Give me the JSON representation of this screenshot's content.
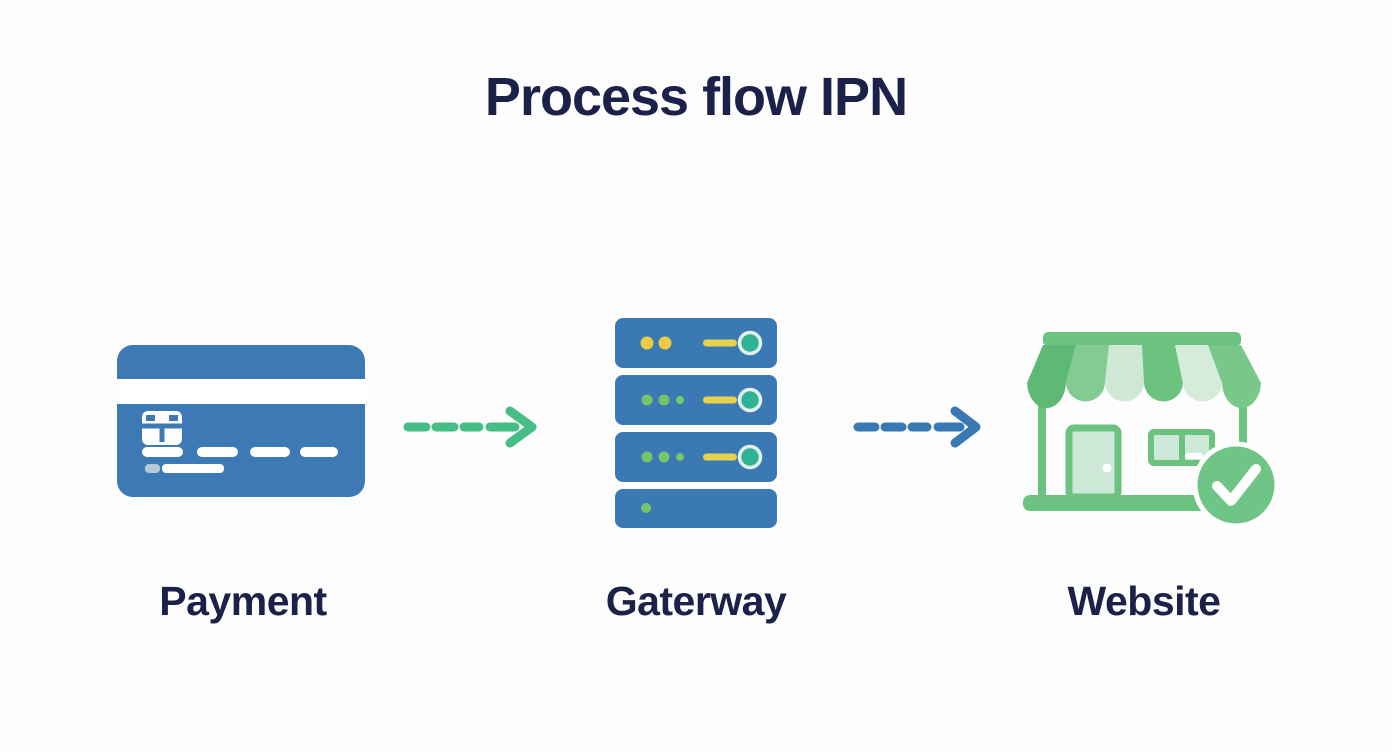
{
  "title": "Process flow IPN",
  "nodes": [
    {
      "id": "payment",
      "label": "Payment",
      "icon": "credit-card-icon"
    },
    {
      "id": "gateway",
      "label": "Gaterway",
      "icon": "server-stack-icon"
    },
    {
      "id": "website",
      "label": "Website",
      "icon": "storefront-check-icon"
    }
  ],
  "arrows": [
    {
      "from": "payment",
      "to": "gateway",
      "style": "dashed",
      "color": "#45bd85"
    },
    {
      "from": "gateway",
      "to": "website",
      "style": "dashed",
      "color": "#3a78b3"
    }
  ],
  "colors": {
    "background": "#fdfdfd",
    "text": "#1b2148",
    "card_blue": "#3d7ab5",
    "server_blue": "#3b79b4",
    "dot_yellow": "#eecb45",
    "dash_yellow": "#e6d24c",
    "dot_green": "#74c669",
    "led_teal": "#2fb295",
    "led_ring": "#e2f1ee",
    "arrow_green": "#45bd85",
    "arrow_blue": "#3a78b3",
    "store_green": "#6cc27f",
    "store_green_dark": "#5eb975",
    "store_green_mid": "#83cb93",
    "store_green_soft": "#79c789",
    "store_pale": "#cfe8d5",
    "store_pale2": "#d5ecda",
    "store_fill": "#cde8d6",
    "check_green": "#6fc585",
    "chip_grey": "#b9c8d6"
  }
}
